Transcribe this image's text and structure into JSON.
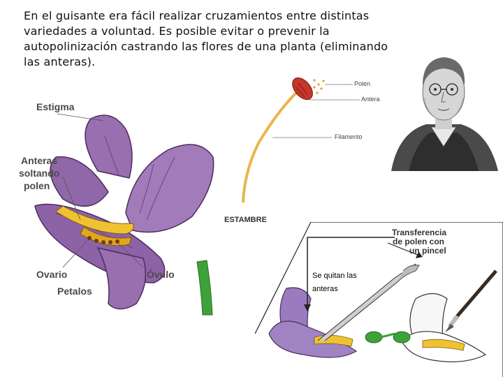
{
  "intro_text": "En el guisante era fácil realizar cruzamientos entre distintas variedades a voluntad. Es posible evitar o prevenir la autopolinización castrando las flores de una planta (eliminando las anteras).",
  "flower_labels": {
    "estigma": "Estigma",
    "anteras_line1": "Anteras",
    "anteras_line2": "soltando",
    "anteras_line3": "polen",
    "ovario": "Ovario",
    "ovulo": "Óvulo",
    "petalos": "Petalos"
  },
  "stamen_labels": {
    "polen": "Polen",
    "antera": "Antera",
    "filamento": "Filamento",
    "estambre": "ESTAMBRE"
  },
  "transfer_labels": {
    "line1": "Transferencia",
    "line2": "de polen con",
    "line3": "un pincel",
    "quitan_line1": "Se quitan las",
    "quitan_line2": "anteras"
  }
}
